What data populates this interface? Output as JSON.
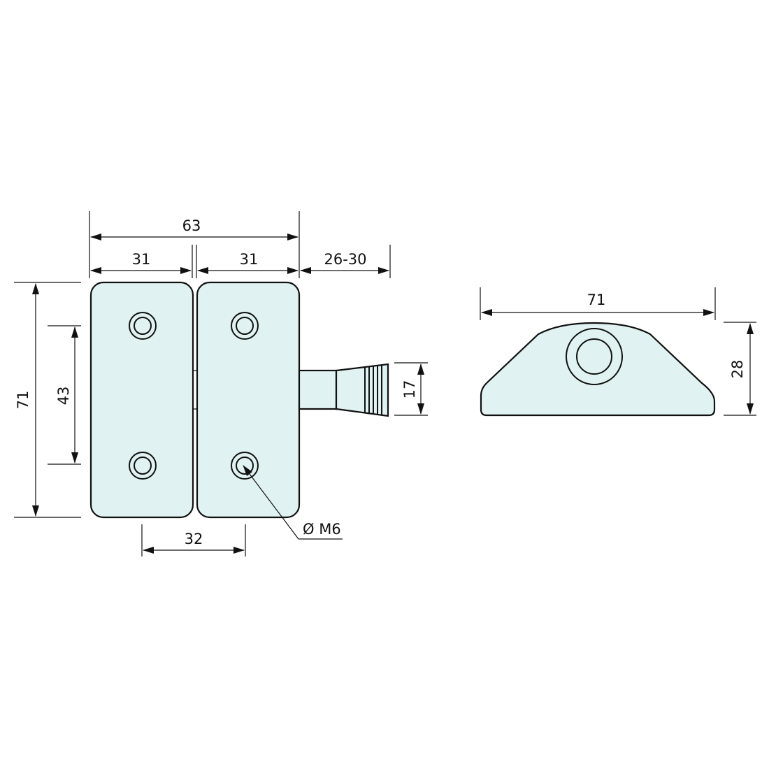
{
  "drawing": {
    "subject": "gate latch technical drawing",
    "units": "mm",
    "fill_color": "#e0f2f2",
    "line_color": "#111111"
  },
  "front_view": {
    "dims": {
      "overall_width": "63",
      "left_plate_width": "31",
      "right_plate_width": "31",
      "bolt_projection": "26-30",
      "overall_height": "71",
      "hole_spacing_vertical": "43",
      "hole_spacing_horizontal": "32",
      "bolt_height": "17"
    },
    "callout": {
      "hole_thread": "Ø M6"
    }
  },
  "side_view": {
    "dims": {
      "width": "71",
      "height": "28"
    }
  }
}
